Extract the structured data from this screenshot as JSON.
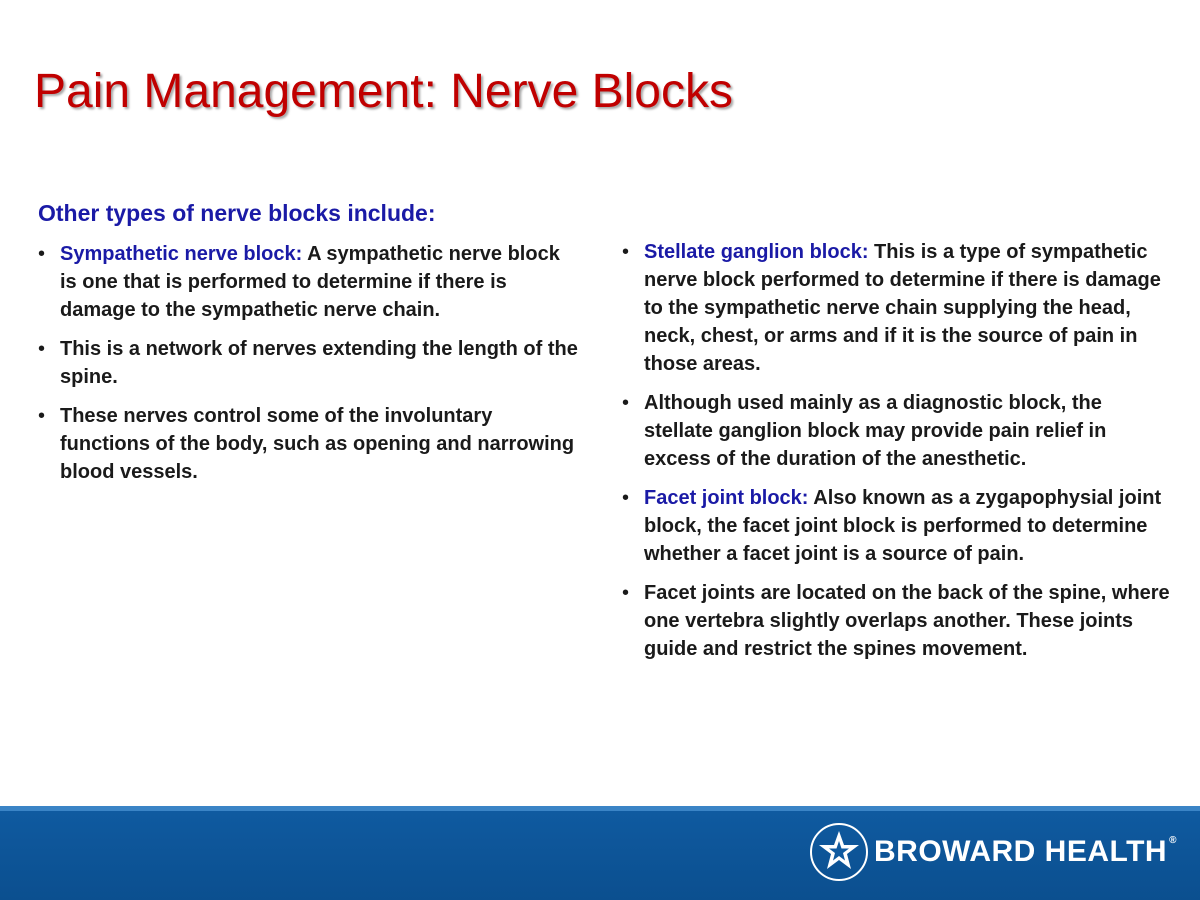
{
  "slide": {
    "title": "Pain Management: Nerve Blocks",
    "subtitle": "Other types of nerve blocks include:"
  },
  "left_column": {
    "items": [
      {
        "term": "Sympathetic nerve block:",
        "text": " A sympathetic nerve block is one that is performed to determine if there is damage to the sympathetic nerve chain."
      },
      {
        "term": "",
        "text": "This is a network of nerves extending the length of the spine."
      },
      {
        "term": "",
        "text": "These nerves control some of the involuntary functions of the body, such as opening and narrowing blood vessels."
      }
    ]
  },
  "right_column": {
    "items": [
      {
        "term": "Stellate ganglion block:",
        "text": " This is a type of sympathetic nerve block performed to determine if there is damage to the sympathetic nerve chain supplying the head, neck, chest, or arms and if it is the source of pain in those areas."
      },
      {
        "term": "",
        "text": "Although used mainly as a diagnostic block, the stellate ganglion block may provide pain relief in excess of the duration of the anesthetic."
      },
      {
        "term": "Facet joint block:",
        "text": " Also known as a zygapophysial joint block, the facet joint block is performed to determine whether a facet joint is a source of pain."
      },
      {
        "term": "",
        "text": "Facet joints are located on the back of the spine, where one vertebra slightly overlaps another. These joints guide and restrict the spines movement."
      }
    ]
  },
  "footer": {
    "logo_text": "BROWARD HEALTH",
    "logo_mark": "®",
    "logo_icon": "star-icon"
  },
  "colors": {
    "title": "#c00000",
    "term": "#1a1aa6",
    "footer_band": "#0f5aa0"
  }
}
